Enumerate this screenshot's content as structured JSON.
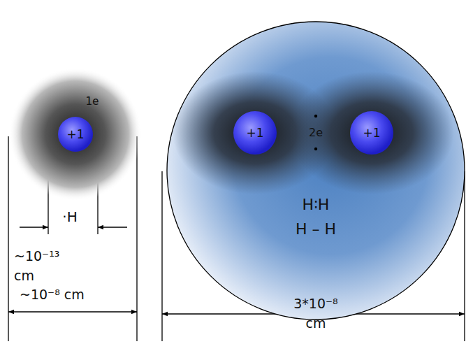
{
  "diagram": {
    "nodes": [
      {
        "text": [
          "1e"
        ]
      },
      {
        "text": [
          "+1"
        ],
        "in": 0
      },
      {
        "text": [
          "2e",
          "H∶H",
          "H – H"
        ]
      },
      {
        "text": [
          "+1"
        ],
        "in": 2
      },
      {
        "text": [
          "+1"
        ],
        "in": 2
      }
    ],
    "labels": [
      "·H",
      "~10⁻¹³ cm",
      "~10⁻⁸ cm",
      "3*10⁻⁸ cm"
    ]
  }
}
